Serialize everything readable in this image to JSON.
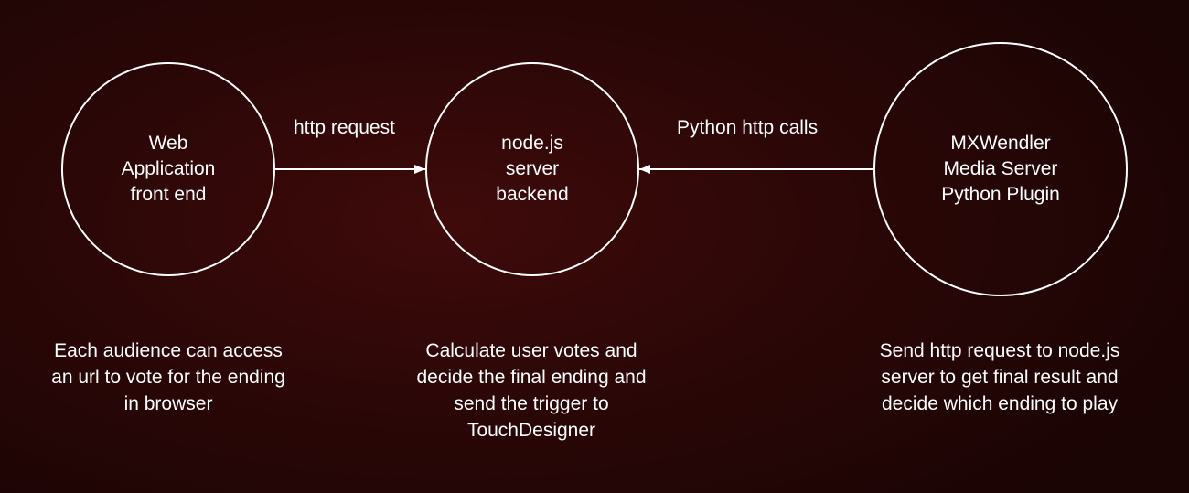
{
  "colors": {
    "background": "#2c0707",
    "stroke": "#ffffff",
    "text": "#ffffff"
  },
  "nodes": [
    {
      "id": "web-app",
      "lines": [
        "Web",
        "Application",
        "front end"
      ],
      "description": [
        "Each audience can access",
        "an url to vote for the ending",
        "in browser"
      ]
    },
    {
      "id": "node-server",
      "lines": [
        "node.js",
        "server",
        "backend"
      ],
      "description": [
        "Calculate user votes and",
        "decide the final ending and",
        "send the trigger to",
        "TouchDesigner"
      ]
    },
    {
      "id": "mxwendler",
      "lines": [
        "MXWendler",
        "Media Server",
        "Python Plugin"
      ],
      "description": [
        "Send http request to node.js",
        "server to get final result and",
        "decide which ending to play"
      ]
    }
  ],
  "edges": [
    {
      "from": "web-app",
      "to": "node-server",
      "label": "http request"
    },
    {
      "from": "mxwendler",
      "to": "node-server",
      "label": "Python http calls"
    }
  ]
}
